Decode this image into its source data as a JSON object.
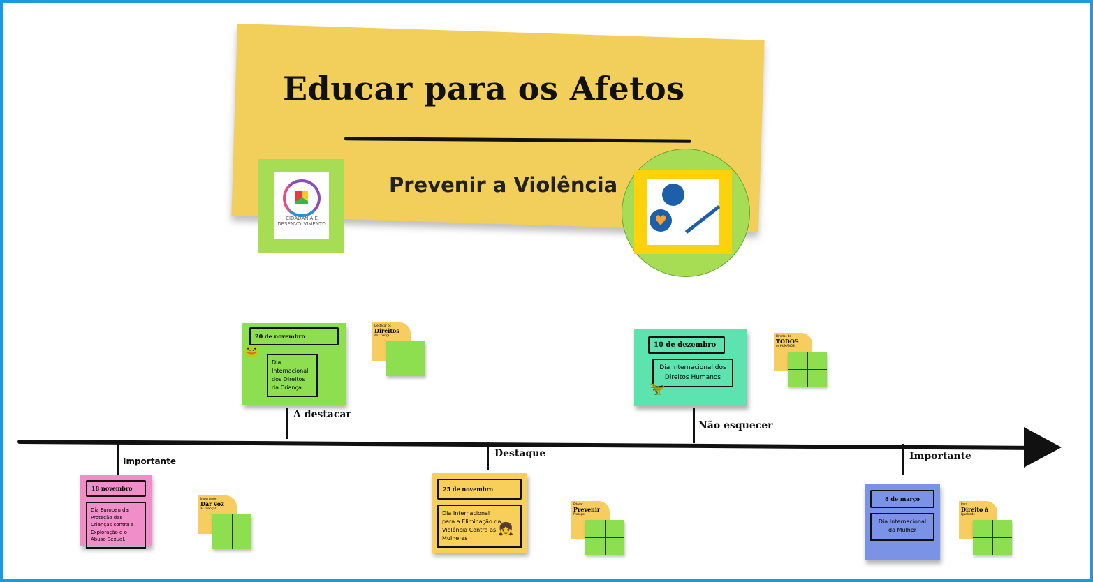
{
  "header": {
    "title": "Educar para os Afetos",
    "subtitle": "Prevenir a Violência"
  },
  "logos": {
    "left": {
      "name": "Cidadania e Desenvolvimento",
      "text": "CIDADANIA E DESENVOLVIMENTO"
    },
    "right": {
      "name": "afetos-logo"
    }
  },
  "colors": {
    "frame": "#1a9be0",
    "banner": "#f2cf5b",
    "logo_green": "#a6dd55",
    "logo_yellow": "#fcd20c"
  },
  "timeline": {
    "labels": [
      "Importante",
      "A destacar",
      "Destaque",
      "Não esquecer",
      "Importante"
    ],
    "events": [
      {
        "date": "18 novembro",
        "text": "Dia Europeu da Proteção das Crianças contra a Exploração e o Abuso Sexual.",
        "color": "#ef8ec8"
      },
      {
        "date": "20 de novembro",
        "text": "Dia Internacional dos Direitos da Criança",
        "color": "#8ddf4f"
      },
      {
        "date": "25 de novembro",
        "text": "Dia Internacional para a Eliminação da Violência Contra as Mulheres",
        "color": "#f8cf5a"
      },
      {
        "date": "10 de dezembro",
        "text": "Dia Internacional dos Direitos Humanos",
        "color": "#5de3b0"
      },
      {
        "date": "8 de março",
        "text": "Dia Internacional da Mulher",
        "color": "#7b93e6"
      }
    ],
    "cards": [
      {
        "top": "Importante",
        "main": "Dar voz",
        "bottom": "às crianças"
      },
      {
        "top": "Destacar os",
        "main": "Direitos",
        "bottom": "da Criança"
      },
      {
        "top": "Educar",
        "main": "Prevenir",
        "bottom": "Proteger"
      },
      {
        "top": "Direitos de",
        "main": "TODOS",
        "bottom": "os HUMANOS"
      },
      {
        "top": "Para",
        "main": "Direito à",
        "bottom": "Igualdade"
      }
    ]
  }
}
